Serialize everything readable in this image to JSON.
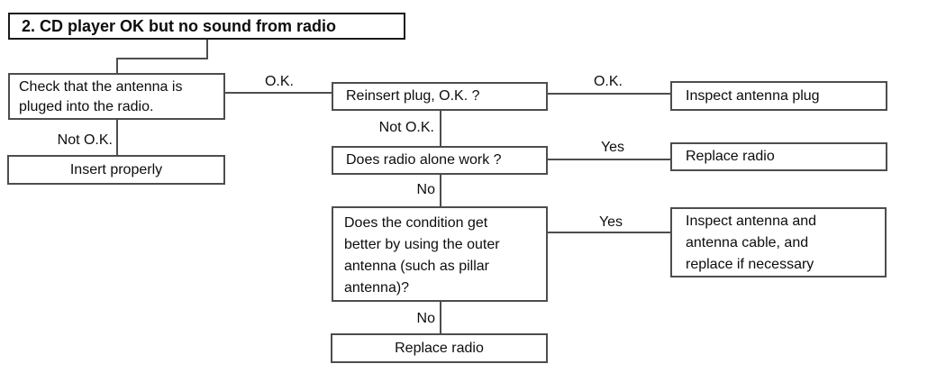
{
  "diagram": {
    "title": "2. CD player OK but no sound from radio",
    "nodes": {
      "check_antenna": "Check that the antenna is\npluged into the radio.",
      "insert_properly": "Insert properly",
      "reinsert_plug": "Reinsert plug, O.K. ?",
      "radio_alone_work": "Does radio alone work ?",
      "condition_outer_antenna": "Does the condition get\nbetter by using the outer\nantenna (such as pillar\nantenna)?",
      "replace_radio_final": "Replace radio",
      "inspect_antenna_plug": "Inspect antenna plug",
      "replace_radio": "Replace radio",
      "inspect_antenna_cable": "Inspect antenna and\nantenna cable, and\nreplace if necessary"
    },
    "edge_labels": {
      "check_ok": "O.K.",
      "check_not_ok": "Not O.K.",
      "reinsert_ok": "O.K.",
      "reinsert_not_ok": "Not O.K.",
      "radio_alone_yes": "Yes",
      "radio_alone_no": "No",
      "condition_yes": "Yes",
      "condition_no": "No"
    },
    "colors": {
      "box_border": "#4d4d4d",
      "title_border": "#1a1a1a",
      "connector": "#4d4d4d",
      "text": "#0d0d0d",
      "background": "#ffffff"
    }
  }
}
